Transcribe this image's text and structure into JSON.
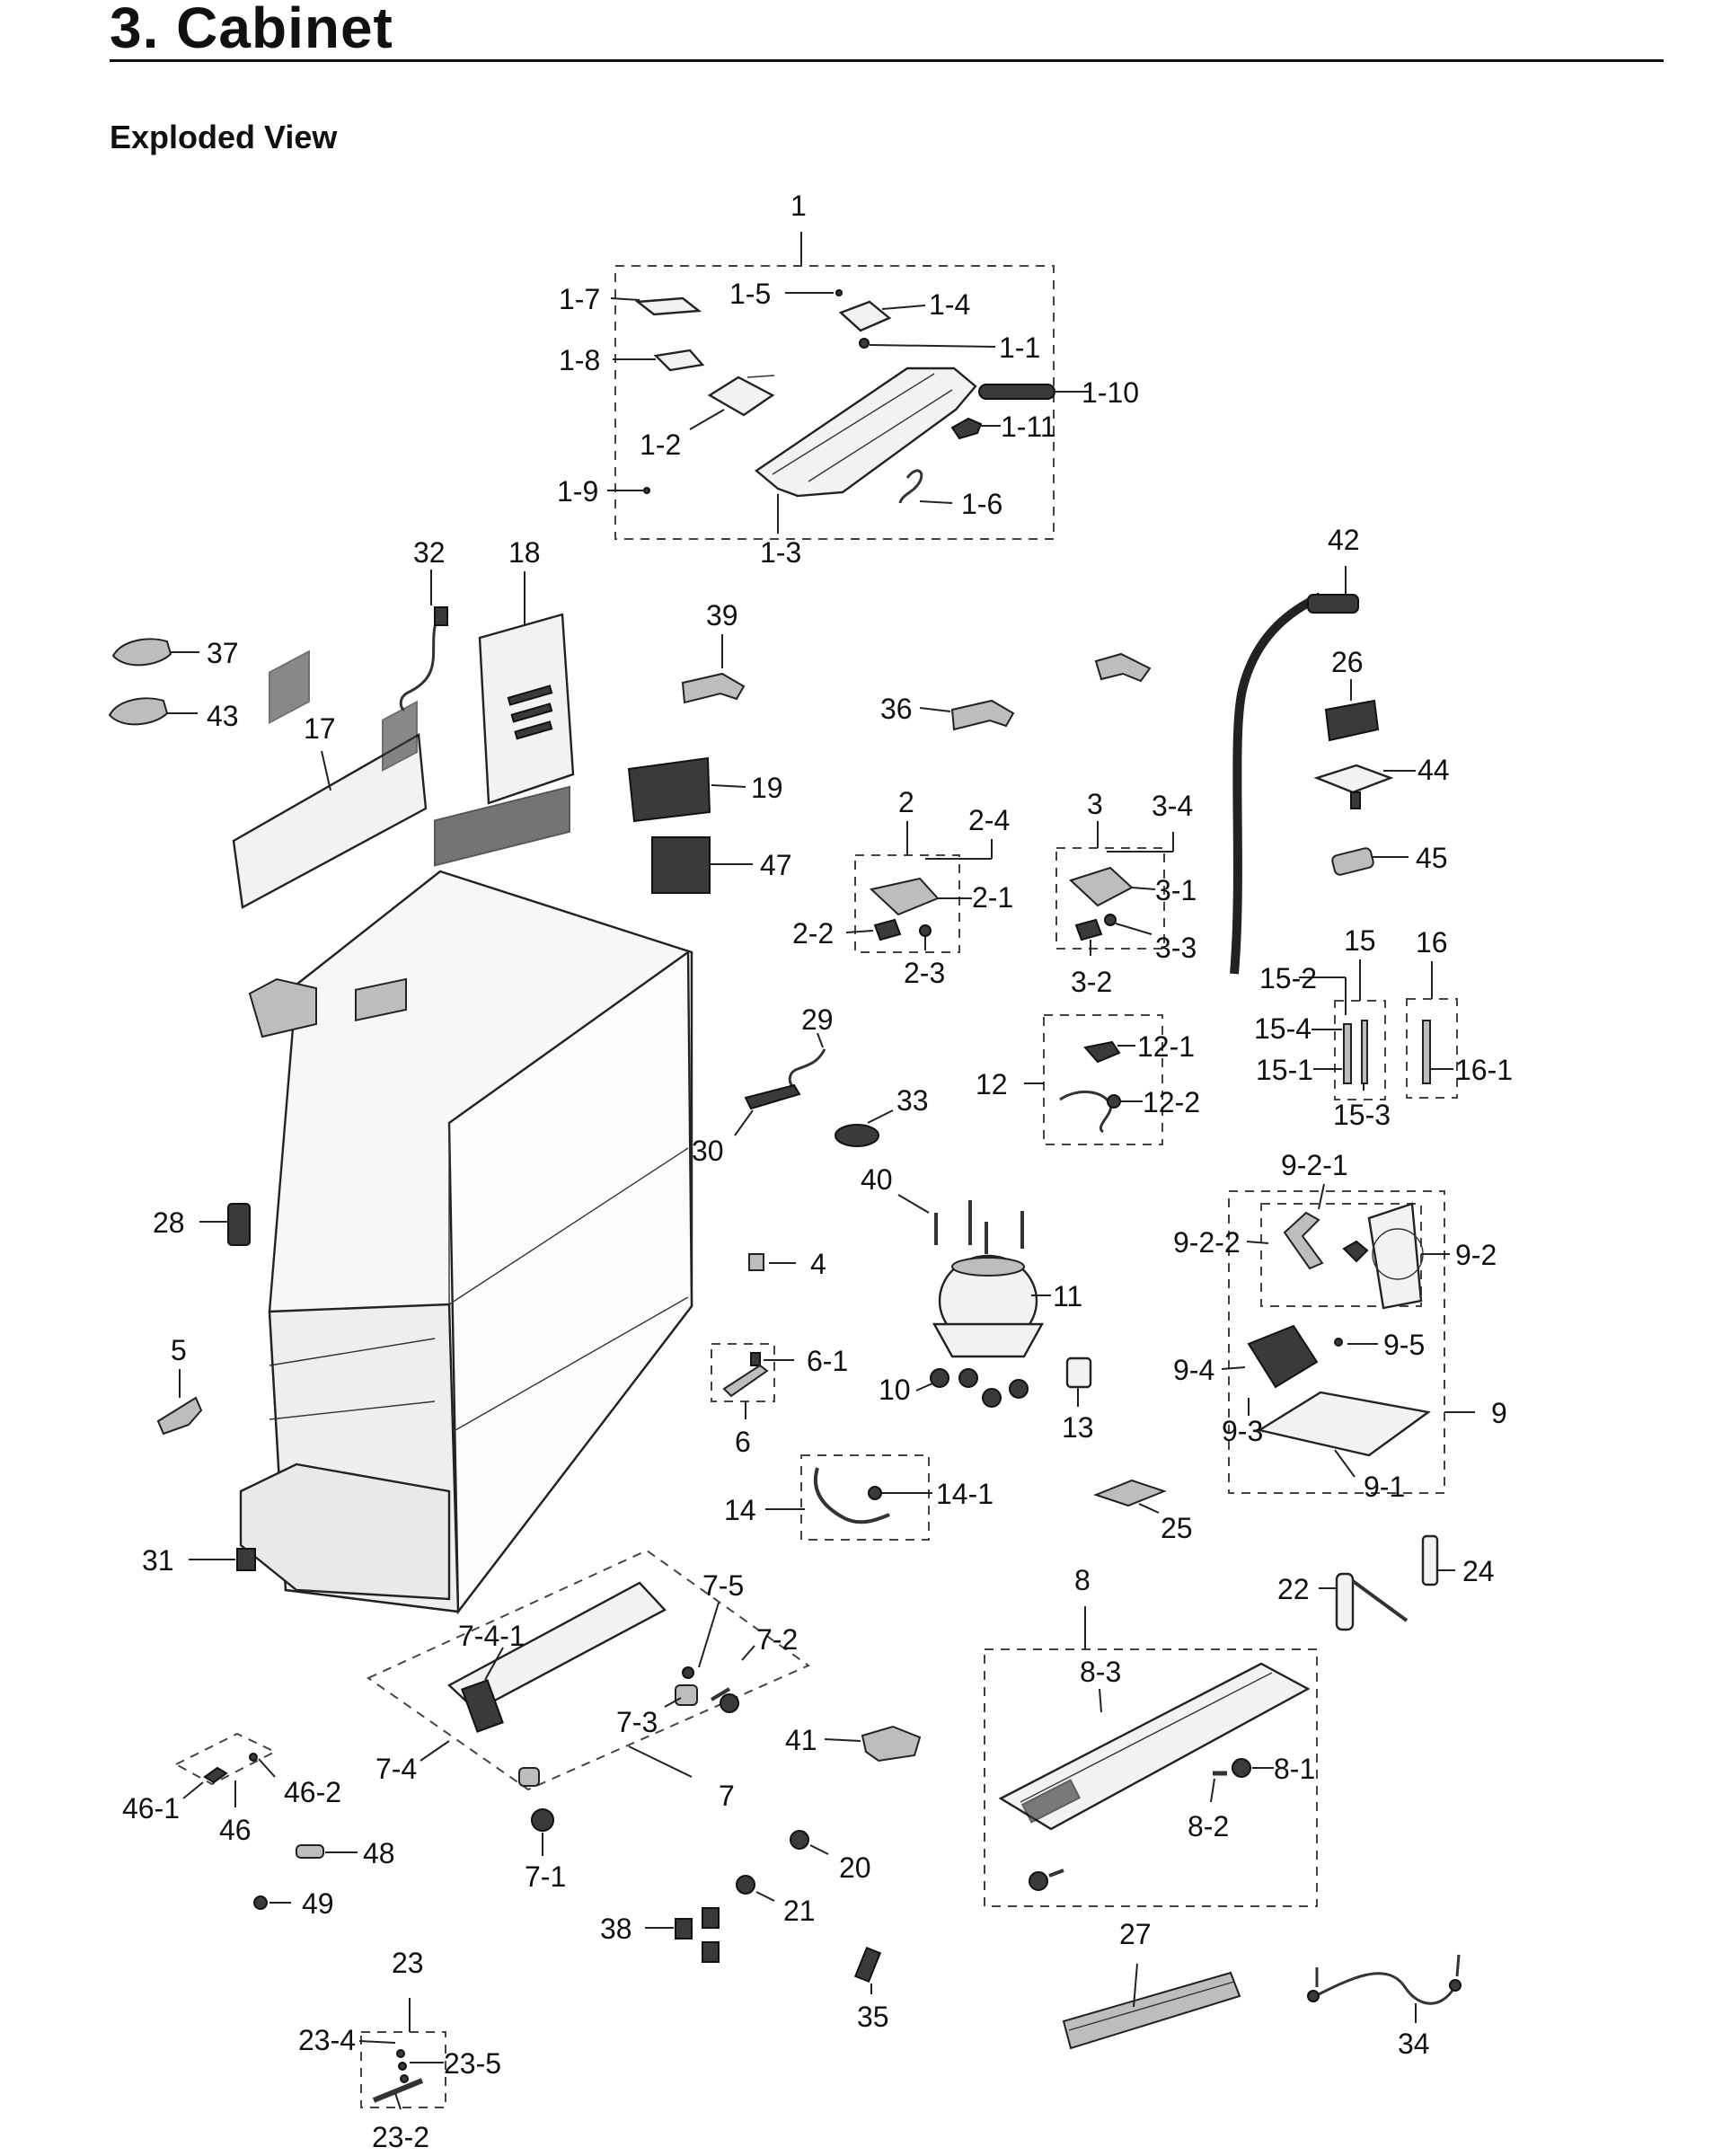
{
  "page": {
    "title": "3.  Cabinet",
    "section": "Exploded View"
  },
  "callouts": {
    "c1": "1",
    "c1_1": "1-1",
    "c1_2": "1-2",
    "c1_3": "1-3",
    "c1_4": "1-4",
    "c1_5": "1-5",
    "c1_6": "1-6",
    "c1_7": "1-7",
    "c1_8": "1-8",
    "c1_9": "1-9",
    "c1_10": "1-10",
    "c1_11": "1-11",
    "c2": "2",
    "c2_1": "2-1",
    "c2_2": "2-2",
    "c2_3": "2-3",
    "c2_4": "2-4",
    "c3": "3",
    "c3_1": "3-1",
    "c3_2": "3-2",
    "c3_3": "3-3",
    "c3_4": "3-4",
    "c4": "4",
    "c5": "5",
    "c6": "6",
    "c6_1": "6-1",
    "c7": "7",
    "c7_1": "7-1",
    "c7_2": "7-2",
    "c7_3": "7-3",
    "c7_4": "7-4",
    "c7_4_1": "7-4-1",
    "c7_5": "7-5",
    "c8": "8",
    "c8_1": "8-1",
    "c8_2": "8-2",
    "c8_3": "8-3",
    "c9": "9",
    "c9_1": "9-1",
    "c9_2": "9-2",
    "c9_2_1": "9-2-1",
    "c9_2_2": "9-2-2",
    "c9_3": "9-3",
    "c9_4": "9-4",
    "c9_5": "9-5",
    "c10": "10",
    "c11": "11",
    "c12": "12",
    "c12_1": "12-1",
    "c12_2": "12-2",
    "c13": "13",
    "c14": "14",
    "c14_1": "14-1",
    "c15": "15",
    "c15_1": "15-1",
    "c15_2": "15-2",
    "c15_3": "15-3",
    "c15_4": "15-4",
    "c16": "16",
    "c16_1": "16-1",
    "c17": "17",
    "c18": "18",
    "c19": "19",
    "c20": "20",
    "c21": "21",
    "c22": "22",
    "c23": "23",
    "c23_2": "23-2",
    "c23_4": "23-4",
    "c23_5": "23-5",
    "c24": "24",
    "c25": "25",
    "c26": "26",
    "c27": "27",
    "c28": "28",
    "c29": "29",
    "c30": "30",
    "c31": "31",
    "c32": "32",
    "c33": "33",
    "c34": "34",
    "c35": "35",
    "c36": "36",
    "c37": "37",
    "c38": "38",
    "c39": "39",
    "c40": "40",
    "c41": "41",
    "c42": "42",
    "c43": "43",
    "c44": "44",
    "c45": "45",
    "c46": "46",
    "c46_1": "46-1",
    "c46_2": "46-2",
    "c47": "47",
    "c48": "48",
    "c49": "49"
  }
}
